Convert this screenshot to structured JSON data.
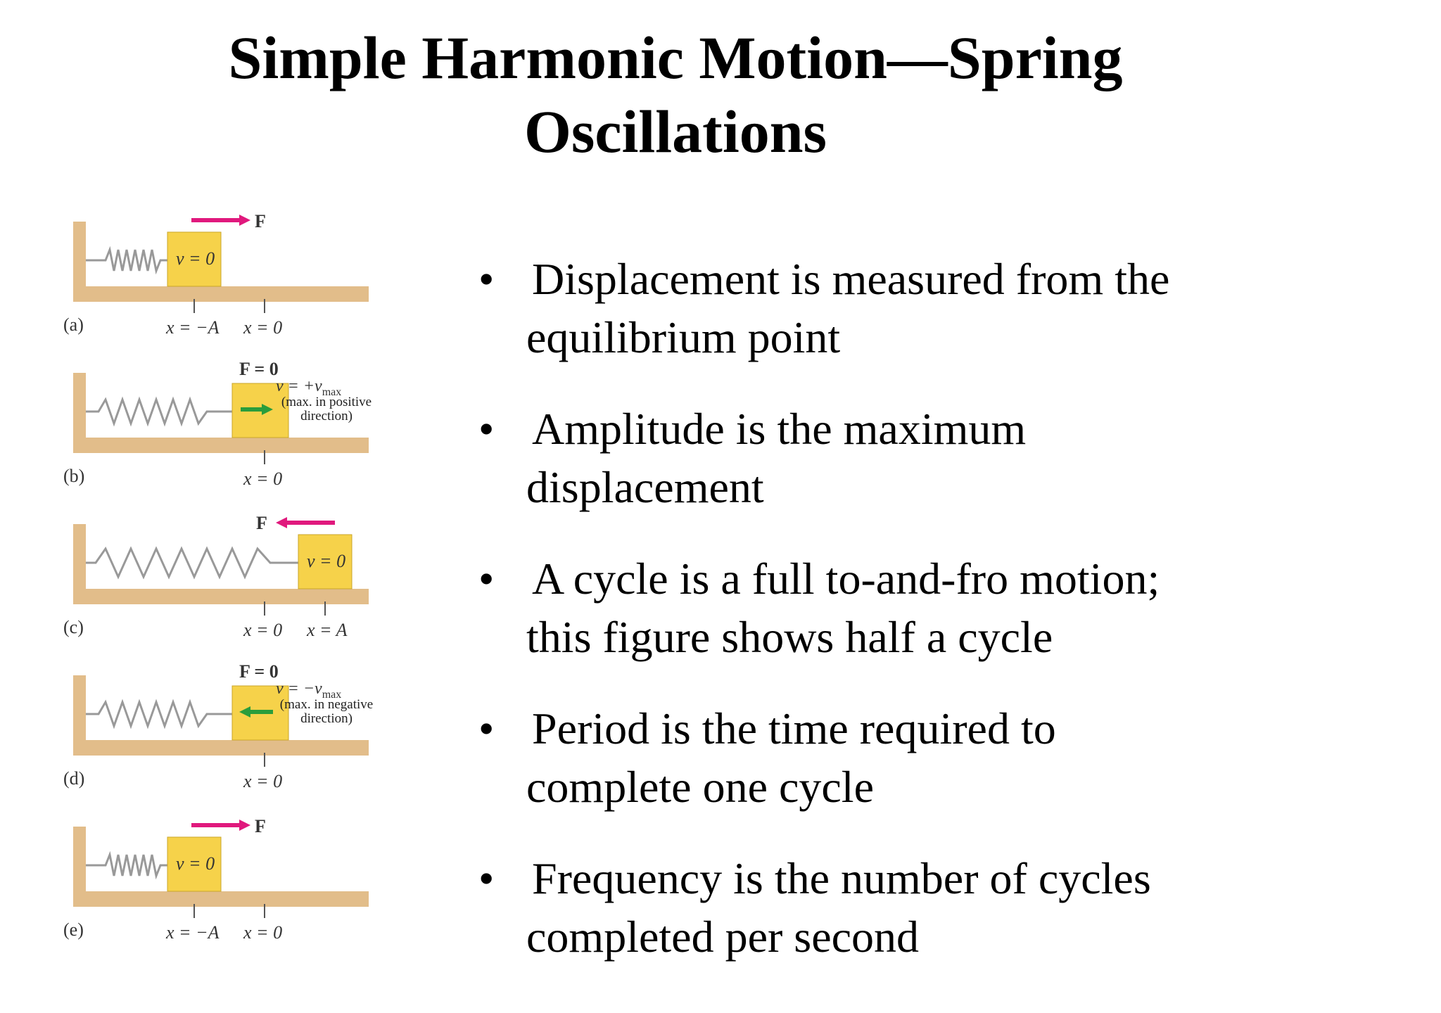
{
  "title": {
    "line1": "Simple Harmonic Motion—Spring",
    "line2": "Oscillations"
  },
  "figure": {
    "panels": [
      {
        "id": "(a)",
        "v": "v = 0",
        "force": "F",
        "marks": [
          "x = −A",
          "x = 0"
        ]
      },
      {
        "id": "(b)",
        "v": "v = +v",
        "v_sub": "max",
        "force": "F = 0",
        "note1": "(max. in positive",
        "note2": "direction)",
        "marks": [
          "x = 0"
        ]
      },
      {
        "id": "(c)",
        "v": "v = 0",
        "force": "F",
        "marks": [
          "x = 0",
          "x = A"
        ]
      },
      {
        "id": "(d)",
        "v": "v = −v",
        "v_sub": "max",
        "force": "F = 0",
        "note1": "(max. in negative",
        "note2": "direction)",
        "marks": [
          "x = 0"
        ]
      },
      {
        "id": "(e)",
        "v": "v = 0",
        "force": "F",
        "marks": [
          "x = −A",
          "x = 0"
        ]
      }
    ],
    "colors": {
      "floor": "#e2bd8a",
      "block": "#f6d24a",
      "force": "#e0197d",
      "velocity": "#2a9d3c"
    }
  },
  "bullets": [
    {
      "l1": "Displacement is measured from the",
      "l2": "equilibrium point"
    },
    {
      "l1": "Amplitude is the maximum",
      "l2": "displacement"
    },
    {
      "l1": "A cycle is a full to-and-fro motion;",
      "l2": "this figure shows half a cycle"
    },
    {
      "l1": "Period is the time required to",
      "l2": "complete one cycle"
    },
    {
      "l1": "Frequency is the number of cycles",
      "l2": "completed per second"
    }
  ],
  "bullet_char": "•"
}
